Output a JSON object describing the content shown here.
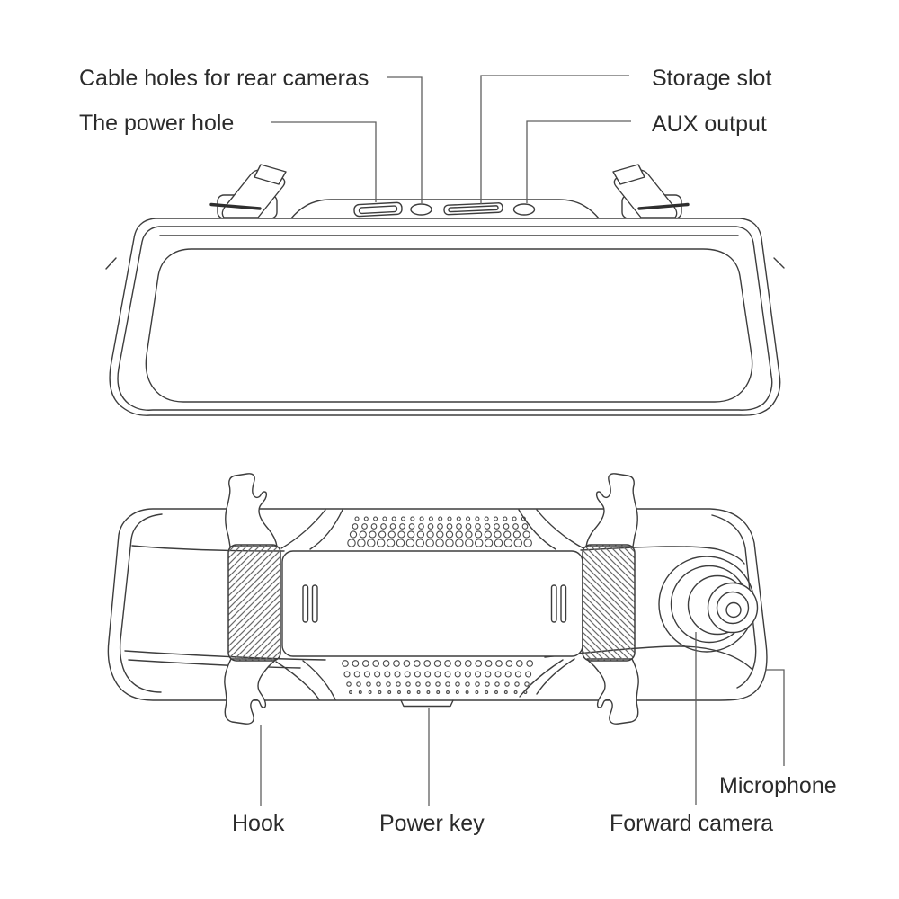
{
  "colors": {
    "background": "#ffffff",
    "line": "#3d3d3d",
    "leader_line": "#5f5f5f",
    "text": "#2b2b2b"
  },
  "labels": {
    "cable_holes": "Cable holes for rear cameras",
    "power_hole": "The power hole",
    "storage_slot": "Storage slot",
    "aux_output": "AUX output",
    "hook": "Hook",
    "power_key": "Power key",
    "forward_camera": "Forward camera",
    "microphone": "Microphone"
  }
}
